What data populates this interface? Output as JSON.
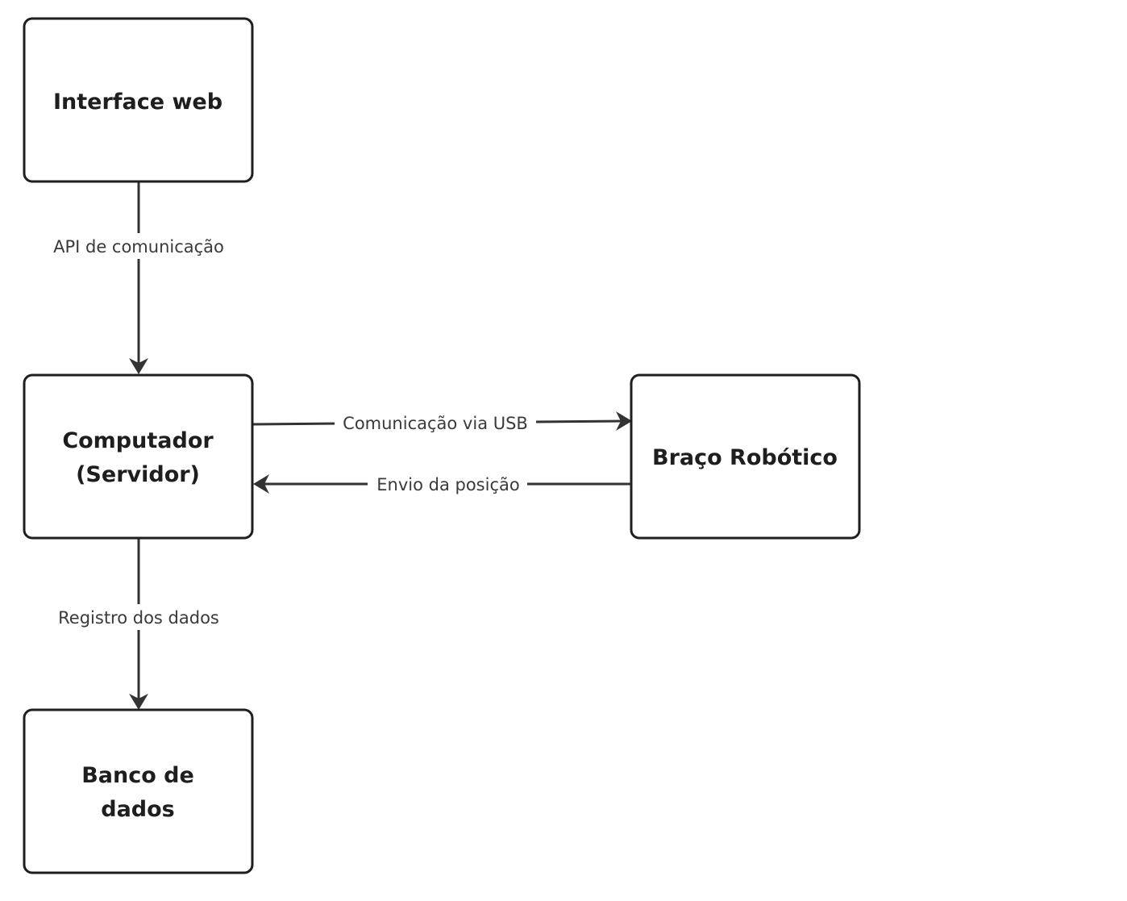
{
  "nodes": {
    "web": {
      "lines": [
        "Interface web"
      ]
    },
    "server": {
      "lines": [
        "Computador",
        "(Servidor)"
      ]
    },
    "robot": {
      "lines": [
        "Braço Robótico"
      ]
    },
    "db": {
      "lines": [
        "Banco de",
        "dados"
      ]
    }
  },
  "edges": {
    "api": {
      "label": "API de comunicação",
      "from": "web",
      "to": "server"
    },
    "usb": {
      "label": "Comunicação via USB",
      "from": "server",
      "to": "robot"
    },
    "position": {
      "label": "Envio da posição",
      "from": "robot",
      "to": "server"
    },
    "registry": {
      "label": "Registro dos dados",
      "from": "server",
      "to": "db"
    }
  }
}
